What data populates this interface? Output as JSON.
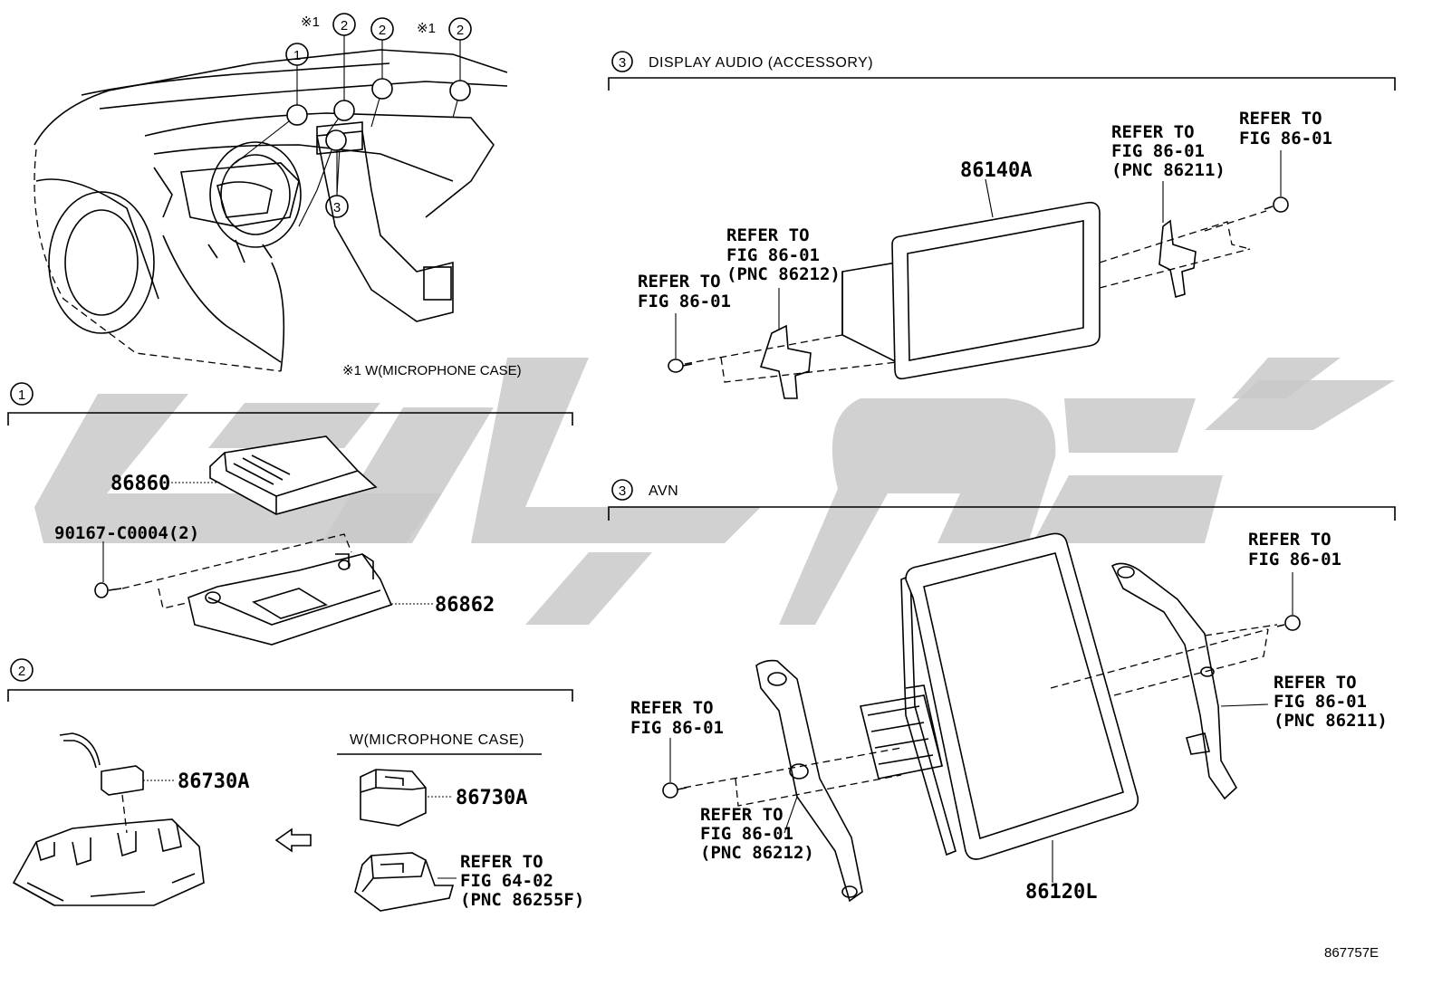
{
  "top_view": {
    "marker_symbol": "※1",
    "callouts": [
      "1",
      "2",
      "2",
      "2",
      "3"
    ],
    "note": "※1 W(MICROPHONE CASE)"
  },
  "section_display_audio": {
    "number": "3",
    "title": "DISPLAY AUDIO (ACCESSORY)",
    "parts": {
      "display": "86140A",
      "ref_bracket_left": [
        "REFER TO",
        "FIG 86-01",
        "(PNC 86212)"
      ],
      "ref_screw_left": [
        "REFER TO",
        "FIG 86-01"
      ],
      "ref_bracket_right": [
        "REFER TO",
        "FIG 86-01",
        "(PNC 86211)"
      ],
      "ref_screw_right": [
        "REFER TO",
        "FIG 86-01"
      ]
    }
  },
  "section_avn": {
    "number": "3",
    "title": "AVN",
    "parts": {
      "display": "86120L",
      "ref_screw_right": [
        "REFER TO",
        "FIG 86-01"
      ],
      "ref_bracket_right": [
        "REFER TO",
        "FIG 86-01",
        "(PNC 86211)"
      ],
      "ref_screw_left": [
        "REFER TO",
        "FIG 86-01"
      ],
      "ref_bracket_left": [
        "REFER TO",
        "FIG 86-01",
        "(PNC 86212)"
      ]
    }
  },
  "section_1": {
    "number": "1",
    "parts": {
      "module": "86860",
      "bolt": "90167-C0004(2)",
      "bracket": "86862"
    }
  },
  "section_2": {
    "number": "2",
    "microphone": "86730A",
    "subsection_title": "W(MICROPHONE CASE)",
    "case_mic": "86730A",
    "ref_case": [
      "REFER TO",
      "FIG 64-02",
      "(PNC 86255F)"
    ]
  },
  "footer": {
    "figure_code": "867757E"
  }
}
